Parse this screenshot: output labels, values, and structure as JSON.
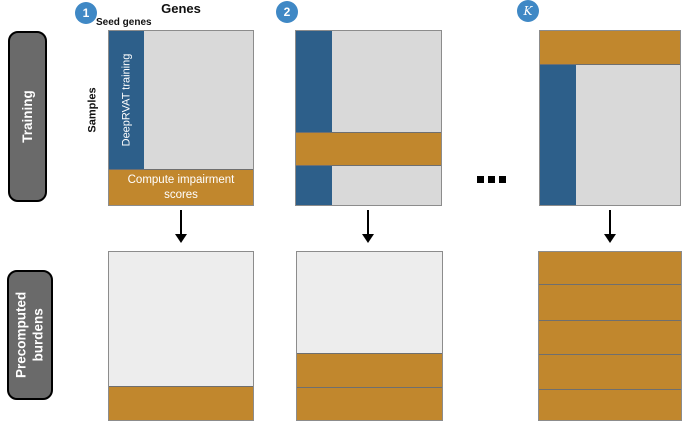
{
  "figure": {
    "genes_label": "Genes",
    "seed_genes_label": "Seed genes",
    "samples_label": "Samples",
    "ellipsis": "..."
  },
  "rows": {
    "training_label": "Training",
    "precomputed_label": "Precomputed burdens"
  },
  "folds": [
    {
      "id": "1"
    },
    {
      "id": "2"
    },
    {
      "id": "K"
    }
  ],
  "blocks": {
    "deeprvat_training": "DeepRVAT training",
    "compute_impairment": "Compute impairment scores"
  },
  "colors": {
    "seed-blue": "#2d5f8a",
    "burden-orange": "#c1872d",
    "panel-gray": "#d9d9d9",
    "panel-gray-light": "#ededed",
    "badge-blue": "#3f88c5",
    "label-gray": "#6a6a6a"
  }
}
